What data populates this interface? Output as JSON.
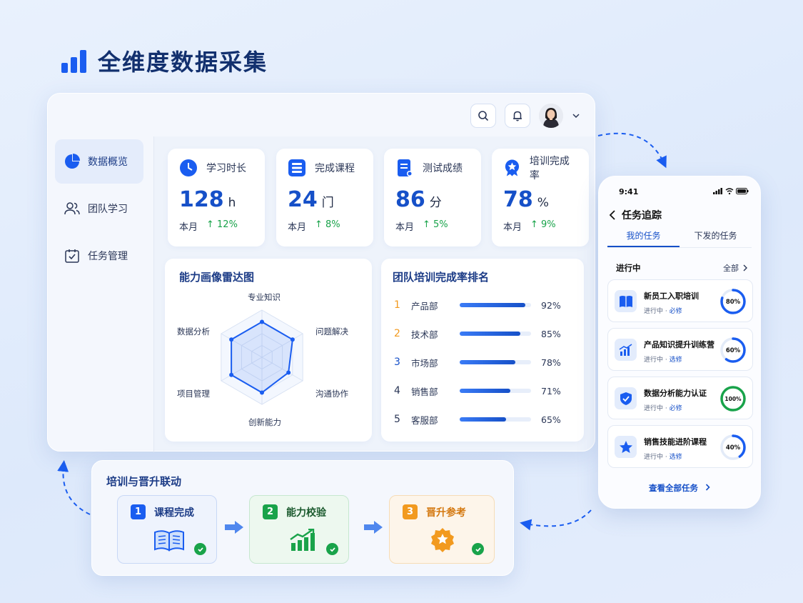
{
  "header": {
    "title": "全维度数据采集"
  },
  "sidebar": {
    "items": [
      {
        "label": "数据概览",
        "icon": "pie-chart-icon",
        "active": true
      },
      {
        "label": "团队学习",
        "icon": "team-icon",
        "active": false
      },
      {
        "label": "任务管理",
        "icon": "task-calendar-icon",
        "active": false
      }
    ]
  },
  "stats": [
    {
      "label": "学习时长",
      "value": "128",
      "unit": "h",
      "period": "本月",
      "change": "↑ 12%",
      "icon": "clock-icon"
    },
    {
      "label": "完成课程",
      "value": "24",
      "unit": "门",
      "period": "本月",
      "change": "↑ 8%",
      "icon": "course-list-icon"
    },
    {
      "label": "测试成绩",
      "value": "86",
      "unit": "分",
      "period": "本月",
      "change": "↑ 5%",
      "icon": "test-doc-icon"
    },
    {
      "label": "培训完成率",
      "value": "78",
      "unit": "%",
      "period": "本月",
      "change": "↑ 9%",
      "icon": "award-badge-icon"
    }
  ],
  "radar": {
    "title": "能力画像雷达图",
    "axes": [
      "专业知识",
      "问题解决",
      "沟通协作",
      "创新能力",
      "项目管理",
      "数据分析"
    ],
    "values": [
      0.75,
      0.75,
      0.65,
      0.75,
      0.75,
      0.75
    ]
  },
  "ranking": {
    "title": "团队培训完成率排名",
    "rows": [
      {
        "rank": "1",
        "name": "产品部",
        "value": 92,
        "label": "92%",
        "color": "#f29a1f"
      },
      {
        "rank": "2",
        "name": "技术部",
        "value": 85,
        "label": "85%",
        "color": "#f29a1f"
      },
      {
        "rank": "3",
        "name": "市场部",
        "value": 78,
        "label": "78%",
        "color": "#1650c8"
      },
      {
        "rank": "4",
        "name": "销售部",
        "value": 71,
        "label": "71%",
        "color": "#2a3656"
      },
      {
        "rank": "5",
        "name": "客服部",
        "value": 65,
        "label": "65%",
        "color": "#2a3656"
      }
    ]
  },
  "flow": {
    "title": "培训与晋升联动",
    "steps": [
      {
        "no": "1",
        "label": "课程完成",
        "color": "#1a5df0",
        "icon": "open-book-icon"
      },
      {
        "no": "2",
        "label": "能力校验",
        "color": "#19a34a",
        "icon": "growth-chart-icon"
      },
      {
        "no": "3",
        "label": "晋升参考",
        "color": "#f29a1f",
        "icon": "star-badge-icon"
      }
    ]
  },
  "phone": {
    "time": "9:41",
    "title": "任务追踪",
    "tabs": [
      "我的任务",
      "下发的任务"
    ],
    "section": "进行中",
    "all_label": "全部",
    "tasks": [
      {
        "name": "新员工入职培训",
        "status": "进行中",
        "tag": "必修",
        "progress": 80,
        "label": "80%",
        "color": "#1a5df0",
        "icon": "book-icon"
      },
      {
        "name": "产品知识提升训练营",
        "status": "进行中",
        "tag": "选修",
        "progress": 60,
        "label": "60%",
        "color": "#1a5df0",
        "icon": "bar-growth-icon"
      },
      {
        "name": "数据分析能力认证",
        "status": "进行中",
        "tag": "必修",
        "progress": 100,
        "label": "100%",
        "color": "#19a34a",
        "icon": "shield-check-icon"
      },
      {
        "name": "销售技能进阶课程",
        "status": "进行中",
        "tag": "选修",
        "progress": 40,
        "label": "40%",
        "color": "#1a5df0",
        "icon": "star-icon"
      }
    ],
    "footer": "查看全部任务"
  },
  "colors": {
    "primary": "#1650c8",
    "accent": "#1a5df0",
    "success": "#19a34a",
    "warning": "#f29a1f"
  }
}
